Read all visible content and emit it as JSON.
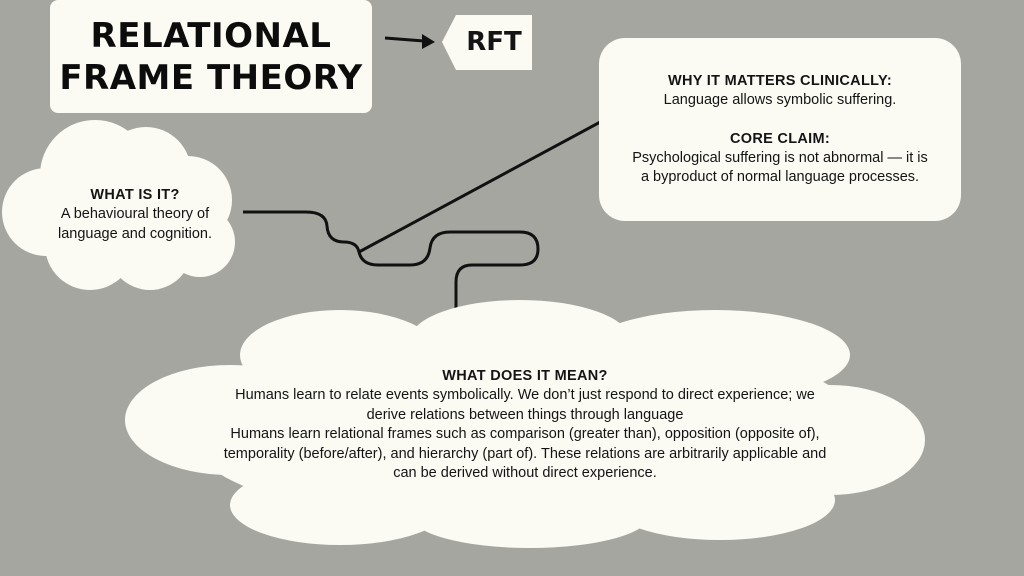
{
  "title": {
    "line1": "RELATIONAL",
    "line2": "FRAME THEORY"
  },
  "abbreviation": "RFT",
  "what_is_it": {
    "heading": "WHAT IS IT?",
    "line1": "A behavioural theory of",
    "line2": "language and cognition."
  },
  "clinical": {
    "heading1": "WHY IT MATTERS CLINICALLY:",
    "text1": "Language allows symbolic suffering.",
    "heading2": "CORE CLAIM:",
    "text2_line1": "Psychological suffering is not abnormal — it is",
    "text2_line2": "a byproduct of normal language processes."
  },
  "meaning": {
    "heading": "WHAT DOES IT MEAN?",
    "line1": "Humans learn to relate events symbolically. We don’t just respond to direct experience; we",
    "line2": "derive relations between things through language",
    "line3": "Humans learn relational frames such as comparison (greater than), opposition (opposite of),",
    "line4": "temporality (before/after), and hierarchy (part of). These relations are arbitrarily applicable and",
    "line5": "can be derived without direct experience."
  },
  "colors": {
    "background": "#a6a6a1",
    "box_fill": "#fbfbf4",
    "line": "#111111"
  }
}
